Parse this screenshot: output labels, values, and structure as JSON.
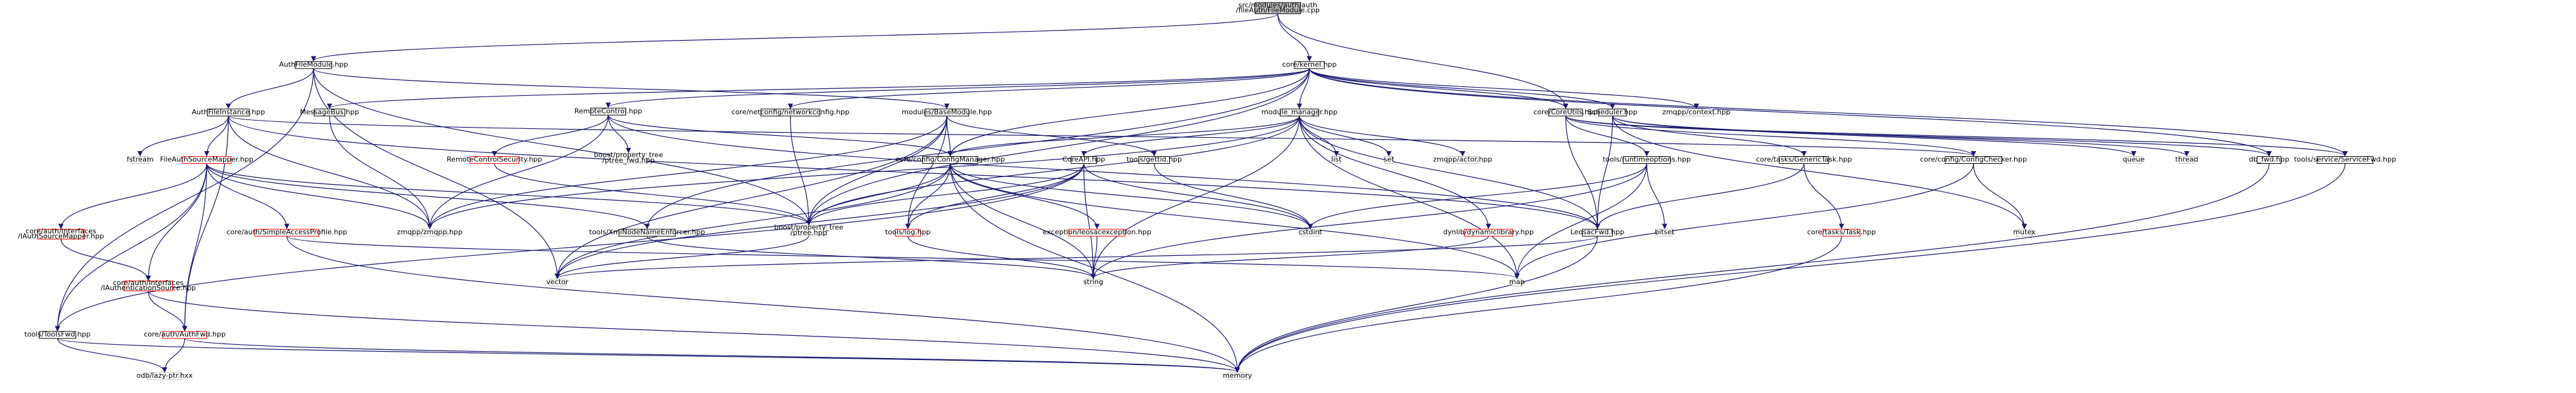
{
  "graph": {
    "nodes": [
      {
        "id": "root",
        "label": "src/modules/auth/auth\n/fileAuth/FileModule.cpp",
        "style": "root",
        "interactable": false
      },
      {
        "id": "filemodule",
        "label": "AuthFileModule.hpp",
        "style": "normal",
        "interactable": true
      },
      {
        "id": "kernel",
        "label": "core/kernel.hpp",
        "style": "normal",
        "interactable": true
      },
      {
        "id": "fileinstance",
        "label": "AuthFileInstance.hpp",
        "style": "normal",
        "interactable": true
      },
      {
        "id": "messagebus",
        "label": "MessageBus.hpp",
        "style": "normal",
        "interactable": true
      },
      {
        "id": "remotecontrol",
        "label": "RemoteControl.hpp",
        "style": "normal",
        "interactable": true
      },
      {
        "id": "netconfig",
        "label": "core/netconfig/networkconfig.hpp",
        "style": "normal",
        "interactable": true
      },
      {
        "id": "basemodule",
        "label": "modules/BaseModule.hpp",
        "style": "normal",
        "interactable": true
      },
      {
        "id": "modmanager",
        "label": "module_manager.hpp",
        "style": "normal",
        "interactable": true
      },
      {
        "id": "scheduler",
        "label": "Scheduler.hpp",
        "style": "normal",
        "interactable": true
      },
      {
        "id": "zmqcontext",
        "label": "zmqpp/context.hpp",
        "style": "system",
        "interactable": false
      },
      {
        "id": "coreutils",
        "label": "core/CoreUtils.hpp",
        "style": "normal",
        "interactable": true
      },
      {
        "id": "fstream",
        "label": "fstream",
        "style": "system",
        "interactable": false
      },
      {
        "id": "srcmapper",
        "label": "FileAuthSourceMapper.hpp",
        "style": "red",
        "interactable": true
      },
      {
        "id": "rcsecurity",
        "label": "RemoteControlSecurity.hpp",
        "style": "red",
        "interactable": true
      },
      {
        "id": "ptreefwd",
        "label": "boost/property_tree\n/ptree_fwd.hpp",
        "style": "system",
        "interactable": false
      },
      {
        "id": "configmgr",
        "label": "core/config/ConfigManager.hpp",
        "style": "normal",
        "interactable": true
      },
      {
        "id": "gettid",
        "label": "tools/gettid.hpp",
        "style": "normal",
        "interactable": true
      },
      {
        "id": "list",
        "label": "list",
        "style": "system",
        "interactable": false
      },
      {
        "id": "set",
        "label": "set",
        "style": "system",
        "interactable": false
      },
      {
        "id": "zmqactor",
        "label": "zmqpp/actor.hpp",
        "style": "system",
        "interactable": false
      },
      {
        "id": "runtimeopt",
        "label": "tools/runtimeoptions.hpp",
        "style": "normal",
        "interactable": true
      },
      {
        "id": "generictask",
        "label": "core/tasks/GenericTask.hpp",
        "style": "normal",
        "interactable": true
      },
      {
        "id": "configchecker",
        "label": "core/config/ConfigChecker.hpp",
        "style": "normal",
        "interactable": true
      },
      {
        "id": "queue",
        "label": "queue",
        "style": "system",
        "interactable": false
      },
      {
        "id": "thread",
        "label": "thread",
        "style": "system",
        "interactable": false
      },
      {
        "id": "dbfwd",
        "label": "db_fwd.hpp",
        "style": "normal",
        "interactable": true
      },
      {
        "id": "servicefwd",
        "label": "tools/service/ServiceFwd.hpp",
        "style": "normal",
        "interactable": true
      },
      {
        "id": "iauthmapper",
        "label": "core/auth/Interfaces\n/IAuthSourceMapper.hpp",
        "style": "red",
        "interactable": true
      },
      {
        "id": "simpleprofile",
        "label": "core/auth/SimpleAccessProfile.hpp",
        "style": "red",
        "interactable": true
      },
      {
        "id": "zmqpp",
        "label": "zmqpp/zmqpp.hpp",
        "style": "system",
        "interactable": false
      },
      {
        "id": "xmlenforcer",
        "label": "tools/XmlNodeNameEnforcer.hpp",
        "style": "normal",
        "interactable": true
      },
      {
        "id": "coreapi",
        "label": "CoreAPI.hpp",
        "style": "normal",
        "interactable": true
      },
      {
        "id": "ptree",
        "label": "boost/property_tree\n/ptree.hpp",
        "style": "system",
        "interactable": false
      },
      {
        "id": "log",
        "label": "tools/log.hpp",
        "style": "red",
        "interactable": true
      },
      {
        "id": "leosacexc",
        "label": "exception/leosacexception.hpp",
        "style": "red",
        "interactable": true
      },
      {
        "id": "cstdint",
        "label": "cstdint",
        "style": "system",
        "interactable": false
      },
      {
        "id": "dynlib",
        "label": "dynlib/dynamiclibrary.hpp",
        "style": "red",
        "interactable": true
      },
      {
        "id": "bitset",
        "label": "bitset",
        "style": "system",
        "interactable": false
      },
      {
        "id": "leosacfwd",
        "label": "LeosacFwd.hpp",
        "style": "normal",
        "interactable": true
      },
      {
        "id": "task",
        "label": "core/tasks/Task.hpp",
        "style": "red",
        "interactable": true
      },
      {
        "id": "mutex",
        "label": "mutex",
        "style": "system",
        "interactable": false
      },
      {
        "id": "iauthsource",
        "label": "core/auth/Interfaces\n/IAuthenticationSource.hpp",
        "style": "red",
        "interactable": true
      },
      {
        "id": "vector",
        "label": "vector",
        "style": "system",
        "interactable": false
      },
      {
        "id": "string",
        "label": "string",
        "style": "system",
        "interactable": false
      },
      {
        "id": "map",
        "label": "map",
        "style": "system",
        "interactable": false
      },
      {
        "id": "toolsfwd",
        "label": "tools/ToolsFwd.hpp",
        "style": "normal",
        "interactable": true
      },
      {
        "id": "authfwd",
        "label": "core/auth/AuthFwd.hpp",
        "style": "red",
        "interactable": true
      },
      {
        "id": "odb",
        "label": "odb/lazy-ptr.hxx",
        "style": "system",
        "interactable": false
      },
      {
        "id": "memory",
        "label": "memory",
        "style": "system",
        "interactable": false
      }
    ],
    "edges": [
      [
        "root",
        "filemodule"
      ],
      [
        "root",
        "kernel"
      ],
      [
        "root",
        "coreutils"
      ],
      [
        "filemodule",
        "fileinstance"
      ],
      [
        "filemodule",
        "basemodule"
      ],
      [
        "filemodule",
        "ptree"
      ],
      [
        "filemodule",
        "toolsfwd"
      ],
      [
        "filemodule",
        "vector"
      ],
      [
        "kernel",
        "messagebus"
      ],
      [
        "kernel",
        "remotecontrol"
      ],
      [
        "kernel",
        "netconfig"
      ],
      [
        "kernel",
        "modmanager"
      ],
      [
        "kernel",
        "scheduler"
      ],
      [
        "kernel",
        "zmqcontext"
      ],
      [
        "kernel",
        "coreutils"
      ],
      [
        "kernel",
        "xmlenforcer"
      ],
      [
        "kernel",
        "ptree"
      ],
      [
        "kernel",
        "dbfwd"
      ],
      [
        "kernel",
        "servicefwd"
      ],
      [
        "kernel",
        "configmgr"
      ],
      [
        "fileinstance",
        "fstream"
      ],
      [
        "fileinstance",
        "srcmapper"
      ],
      [
        "fileinstance",
        "zmqpp"
      ],
      [
        "fileinstance",
        "configchecker"
      ],
      [
        "fileinstance",
        "authfwd"
      ],
      [
        "fileinstance",
        "leosacfwd"
      ],
      [
        "messagebus",
        "zmqpp"
      ],
      [
        "remotecontrol",
        "rcsecurity"
      ],
      [
        "remotecontrol",
        "ptreefwd"
      ],
      [
        "remotecontrol",
        "configmgr"
      ],
      [
        "remotecontrol",
        "zmqpp"
      ],
      [
        "remotecontrol",
        "leosacfwd"
      ],
      [
        "netconfig",
        "ptree"
      ],
      [
        "basemodule",
        "configmgr"
      ],
      [
        "basemodule",
        "gettid"
      ],
      [
        "basemodule",
        "ptree"
      ],
      [
        "basemodule",
        "log"
      ],
      [
        "basemodule",
        "zmqpp"
      ],
      [
        "basemodule",
        "vector"
      ],
      [
        "modmanager",
        "list"
      ],
      [
        "modmanager",
        "set"
      ],
      [
        "modmanager",
        "zmqactor"
      ],
      [
        "modmanager",
        "configmgr"
      ],
      [
        "modmanager",
        "coreapi"
      ],
      [
        "modmanager",
        "dynlib"
      ],
      [
        "modmanager",
        "leosacfwd"
      ],
      [
        "modmanager",
        "ptree"
      ],
      [
        "modmanager",
        "map"
      ],
      [
        "modmanager",
        "string"
      ],
      [
        "modmanager",
        "zmqpp"
      ],
      [
        "scheduler",
        "generictask"
      ],
      [
        "scheduler",
        "queue"
      ],
      [
        "scheduler",
        "thread"
      ],
      [
        "scheduler",
        "mutex"
      ],
      [
        "scheduler",
        "leosacfwd"
      ],
      [
        "coreutils",
        "runtimeopt"
      ],
      [
        "coreutils",
        "configchecker"
      ],
      [
        "coreutils",
        "servicefwd"
      ],
      [
        "coreutils",
        "dbfwd"
      ],
      [
        "coreutils",
        "leosacfwd"
      ],
      [
        "srcmapper",
        "iauthmapper"
      ],
      [
        "srcmapper",
        "simpleprofile"
      ],
      [
        "srcmapper",
        "zmqpp"
      ],
      [
        "srcmapper",
        "xmlenforcer"
      ],
      [
        "srcmapper",
        "ptree"
      ],
      [
        "srcmapper",
        "authfwd"
      ],
      [
        "srcmapper",
        "toolsfwd"
      ],
      [
        "srcmapper",
        "iauthsource"
      ],
      [
        "rcsecurity",
        "ptree"
      ],
      [
        "configmgr",
        "ptree"
      ],
      [
        "configmgr",
        "log"
      ],
      [
        "configmgr",
        "leosacexc"
      ],
      [
        "configmgr",
        "cstdint"
      ],
      [
        "configmgr",
        "vector"
      ],
      [
        "configmgr",
        "string"
      ],
      [
        "configmgr",
        "memory"
      ],
      [
        "configmgr",
        "map"
      ],
      [
        "coreapi",
        "log"
      ],
      [
        "coreapi",
        "ptree"
      ],
      [
        "coreapi",
        "vector"
      ],
      [
        "coreapi",
        "string"
      ],
      [
        "coreapi",
        "cstdint"
      ],
      [
        "coreapi",
        "toolsfwd"
      ],
      [
        "gettid",
        "cstdint"
      ],
      [
        "runtimeopt",
        "cstdint"
      ],
      [
        "runtimeopt",
        "bitset"
      ],
      [
        "runtimeopt",
        "map"
      ],
      [
        "runtimeopt",
        "string"
      ],
      [
        "generictask",
        "task"
      ],
      [
        "generictask",
        "leosacfwd"
      ],
      [
        "configchecker",
        "mutex"
      ],
      [
        "configchecker",
        "map"
      ],
      [
        "servicefwd",
        "memory"
      ],
      [
        "dbfwd",
        "memory"
      ],
      [
        "iauthmapper",
        "iauthsource"
      ],
      [
        "simpleprofile",
        "map"
      ],
      [
        "simpleprofile",
        "memory"
      ],
      [
        "xmlenforcer",
        "string"
      ],
      [
        "log",
        "string"
      ],
      [
        "leosacexc",
        "string"
      ],
      [
        "dynlib",
        "string"
      ],
      [
        "leosacfwd",
        "memory"
      ],
      [
        "leosacfwd",
        "vector"
      ],
      [
        "task",
        "memory"
      ],
      [
        "iauthsource",
        "authfwd"
      ],
      [
        "iauthsource",
        "memory"
      ],
      [
        "toolsfwd",
        "memory"
      ],
      [
        "toolsfwd",
        "odb"
      ],
      [
        "authfwd",
        "memory"
      ],
      [
        "authfwd",
        "odb"
      ],
      [
        "ptree",
        "vector"
      ]
    ]
  },
  "colors": {
    "edge": "#191970",
    "normal_border": "#000000",
    "normal_fill": "#ffffff",
    "red_border": "#ff0000",
    "red_fill": "#ffffff",
    "system_border": "#bfbfbf",
    "system_fill": "#ffffff",
    "root_fill": "#bfbfbf",
    "root_border": "#000000"
  }
}
